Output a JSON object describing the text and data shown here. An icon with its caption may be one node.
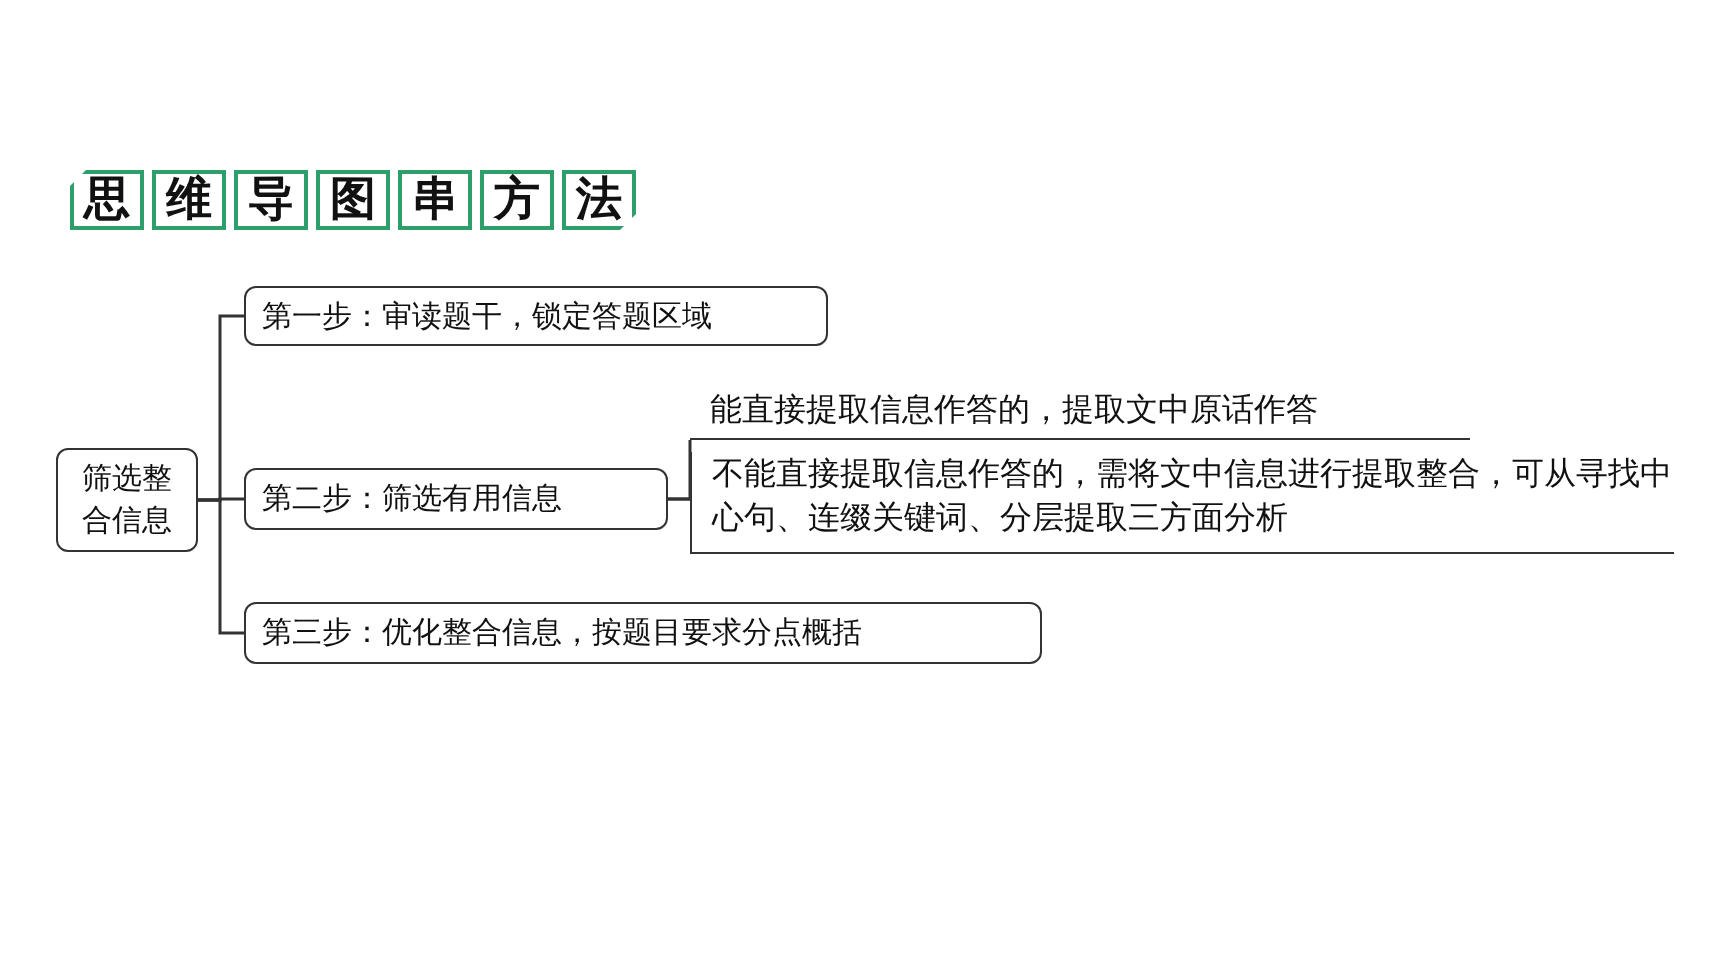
{
  "diagram": {
    "title": "思维导图串方法",
    "nodes": [
      {
        "text": [
          "筛选整合信息"
        ]
      },
      {
        "text": [
          "第一步：审读题干，锁定答题区域"
        ]
      },
      {
        "text": [
          "第二步：筛选有用信息"
        ]
      },
      {
        "text": [
          "能直接提取信息作答的，提取文中原话作答"
        ]
      },
      {
        "text": [
          "不能直接提取信息作答的，需将文中信息进行提取整合，可从寻找中心句、连缀关键词、分层提取三方面分析"
        ]
      },
      {
        "text": [
          "第三步：优化整合信息，按题目要求分点概括"
        ]
      }
    ],
    "edges": [
      {
        "from": 0,
        "to": 1,
        "arrow": "none"
      },
      {
        "from": 0,
        "to": 2,
        "arrow": "none"
      },
      {
        "from": 2,
        "to": 3,
        "arrow": "none"
      },
      {
        "from": 2,
        "to": 4,
        "arrow": "none"
      },
      {
        "from": 0,
        "to": 5,
        "arrow": "none"
      }
    ]
  }
}
